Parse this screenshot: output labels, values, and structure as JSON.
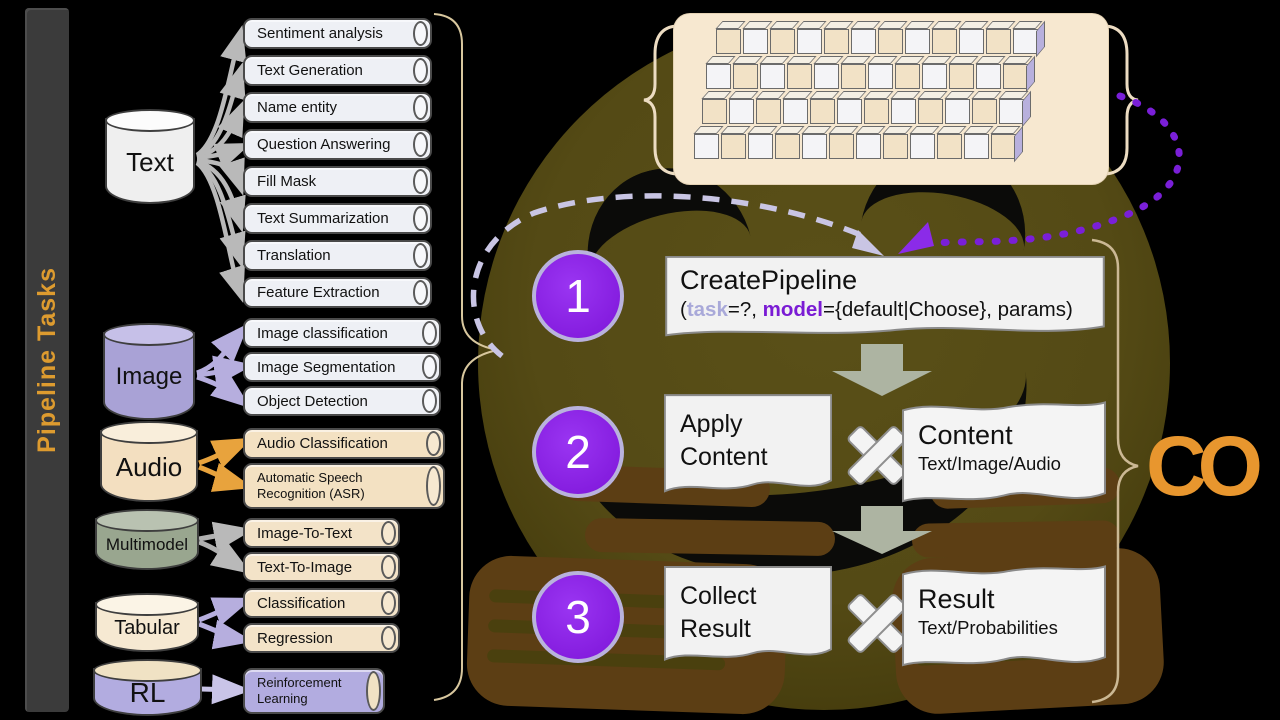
{
  "sidebar": {
    "title": "Pipeline Tasks"
  },
  "categories": [
    {
      "id": "text",
      "label": "Text",
      "cylinder_body": "#efefef",
      "cylinder_top": "#fcfcfc",
      "pill_bg": "#eef0f5",
      "pill_cap": "#f7f8fb",
      "arrow_color": "#b9b9b9",
      "tasks": [
        "Sentiment analysis",
        "Text Generation",
        "Name entity",
        "Question Answering",
        "Fill Mask",
        "Text Summarization",
        "Translation",
        "Feature Extraction"
      ]
    },
    {
      "id": "image",
      "label": "Image",
      "cylinder_body": "#a9a2d6",
      "cylinder_top": "#c6c0e8",
      "pill_bg": "#eef0f5",
      "pill_cap": "#f7f8fb",
      "arrow_color": "#b6aede",
      "tasks": [
        "Image classification",
        "Image Segmentation",
        "Object Detection"
      ]
    },
    {
      "id": "audio",
      "label": "Audio",
      "cylinder_body": "#f3dfc0",
      "cylinder_top": "#f9eedb",
      "pill_bg": "#f3e1c2",
      "pill_cap": "#f6e8d0",
      "arrow_color": "#e8a33d",
      "tasks": [
        "Audio Classification",
        "Automatic Speech Recognition (ASR)"
      ]
    },
    {
      "id": "multimodel",
      "label": "Multimodel",
      "cylinder_body": "#99a68f",
      "cylinder_top": "#b9c2b1",
      "pill_bg": "#f3e3c8",
      "pill_cap": "#f6e8d0",
      "arrow_color": "#b0b0b0",
      "tasks": [
        "Image-To-Text",
        "Text-To-Image"
      ]
    },
    {
      "id": "tabular",
      "label": "Tabular",
      "cylinder_body": "#f6e9d2",
      "cylinder_top": "#fbf4e6",
      "pill_bg": "#f3e3c8",
      "pill_cap": "#f6e8d0",
      "arrow_color": "#b6aede",
      "tasks": [
        "Classification",
        "Regression"
      ]
    },
    {
      "id": "rl",
      "label": "RL",
      "cylinder_body": "#b2ace0",
      "cylinder_top": "#f0e2c4",
      "pill_bg": "#b2ace0",
      "pill_cap": "#f0e2c4",
      "arrow_color": "#c9c4e8",
      "tasks": [
        "Reinforcement Learning"
      ]
    }
  ],
  "pipeline": {
    "step1": {
      "number": "1",
      "title": "CreatePipeline",
      "sig_open": "(",
      "sig_task": "task",
      "sig_mid": "=?, ",
      "sig_model": "model",
      "sig_end": "={default|Choose}, params)"
    },
    "step2": {
      "number": "2",
      "action_line1": "Apply",
      "action_line2": "Content",
      "artifact_title": "Content",
      "artifact_subtitle": "Text/Image/Audio"
    },
    "step3": {
      "number": "3",
      "action_line1": "Collect",
      "action_line2": "Result",
      "artifact_title": "Result",
      "artifact_subtitle": "Text/Probabilities"
    }
  },
  "keyboard": {
    "rows": 4,
    "keys_per_row": 12,
    "key_color_a": "#f2e2c6",
    "key_color_b": "#f4f4f7",
    "key_side_color": "#b8b0dd"
  },
  "logo": {
    "text": "CO"
  },
  "colors": {
    "step_circle": "#7d14d8",
    "circle_border": "#b9b2dd",
    "rail_text": "#dd9b2f",
    "task_keyword": "#a9a9d9",
    "model_keyword": "#7a1bd4",
    "block_arrow": "#adb4a2",
    "logo_orange": "#e8962e",
    "dashed_arrow": "#c9c5e4",
    "dotted_arrow": "#7a1fd8",
    "brace_tan": "#d8c79e"
  }
}
